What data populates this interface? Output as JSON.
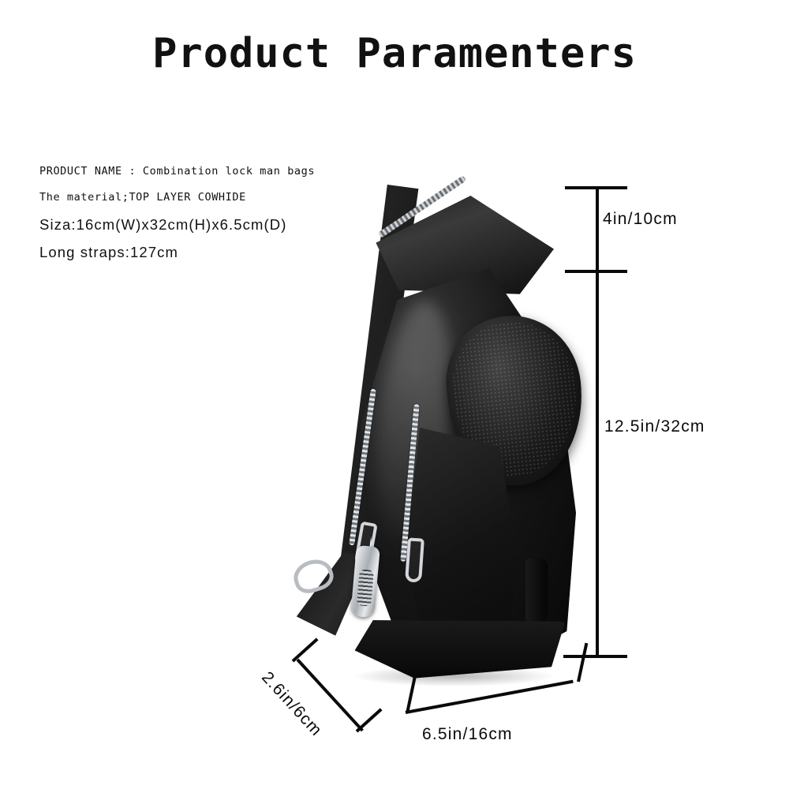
{
  "page": {
    "title": "Product Paramenters",
    "background_color": "#ffffff",
    "text_color": "#111111",
    "annotation_color": "#0a0a0a"
  },
  "specs": {
    "lines": [
      {
        "text": "PRODUCT NAME : Combination lock man bags",
        "size": "small"
      },
      {
        "text": "The material;TOP LAYER COWHIDE",
        "size": "small"
      },
      {
        "text": "Siza:16cm(W)x32cm(H)x6.5cm(D)",
        "size": "large"
      },
      {
        "text": "Long straps:127cm",
        "size": "large"
      }
    ]
  },
  "dimensions": {
    "top_height": "4in/10cm",
    "total_height": "12.5in/32cm",
    "width": "6.5in/16cm",
    "depth": "2.6in/6cm"
  },
  "product": {
    "name": "Combination lock man bags",
    "material": "TOP LAYER COWHIDE",
    "color": "#0a0a0a",
    "hardware_color": "#d3d7db"
  }
}
